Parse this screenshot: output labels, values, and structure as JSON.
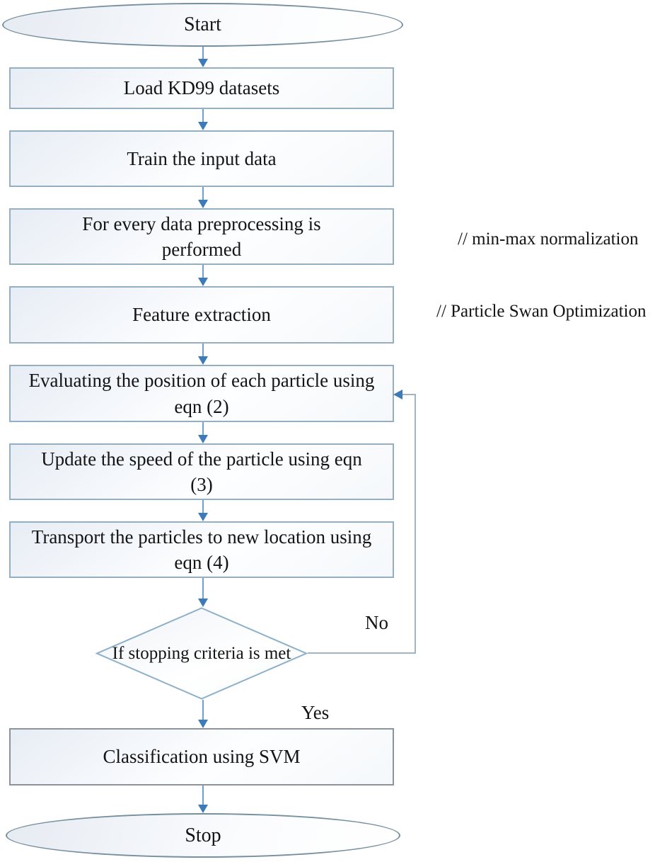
{
  "nodes": {
    "start": {
      "label": "Start"
    },
    "load": {
      "label": "Load KD99 datasets"
    },
    "train": {
      "label": "Train the input data"
    },
    "preprocess": {
      "label": "For every data preprocessing is performed"
    },
    "feature": {
      "label": "Feature extraction"
    },
    "evaluate": {
      "label": "Evaluating the position of each particle using eqn (2)"
    },
    "update": {
      "label": "Update the speed of the particle using eqn (3)"
    },
    "transport": {
      "label": "Transport the particles to new location using eqn (4)"
    },
    "decision": {
      "label": "If stopping criteria is met"
    },
    "classify": {
      "label": "Classification using SVM"
    },
    "stop": {
      "label": "Stop"
    }
  },
  "annotations": {
    "preprocess_note": "// min-max normalization",
    "feature_note": "// Particle Swan Optimization"
  },
  "edge_labels": {
    "no": "No",
    "yes": "Yes"
  },
  "colors": {
    "arrow-head": "#3d7ab8",
    "arrow-stem": "#6fa0d2",
    "box-border": "#94afc1",
    "classify-border": "#8b949c",
    "ellipse-border": "#76909f",
    "diamond-border": "#8cb0ca",
    "loop-line": "#9fb5c6",
    "ink": "#141414"
  }
}
